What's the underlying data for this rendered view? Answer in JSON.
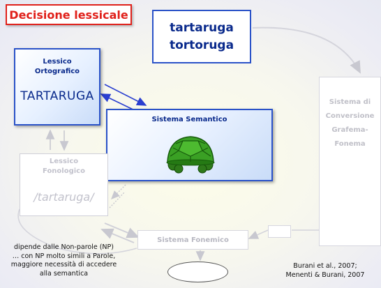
{
  "title": "Decisione lessicale",
  "stimulus": {
    "line1": "tartaruga",
    "line2": "tortoruga"
  },
  "lessico_ortografico": {
    "label_line1": "Lessico",
    "label_line2": "Ortografico",
    "word": "TARTARUGA"
  },
  "sistema_semantico": {
    "label": "Sistema Semantico",
    "image": "turtle-icon"
  },
  "lessico_fonologico": {
    "label_line1": "Lessico",
    "label_line2": "Fonologico",
    "word": "/tartaruga/"
  },
  "sistema_conversione": {
    "line1": "Sistema di",
    "line2": "Conversione",
    "line3": "Grafema-",
    "line4": "Fonema"
  },
  "sistema_fonemico": {
    "label": "Sistema Fonemico"
  },
  "note": {
    "line1": "dipende dalle Non-parole (NP)",
    "line2": "… con NP molto simili a Parole,",
    "line3": "maggiore necessità di accedere",
    "line4": "alla semantica"
  },
  "citation": {
    "line1": "Burani et al., 2007;",
    "line2": "Menenti & Burani, 2007"
  },
  "colors": {
    "title_red": "#e0201a",
    "active_blue": "#2a52c8",
    "text_navy": "#0a2a8c",
    "inactive_gray": "#c2c2cc",
    "turtle_green": "#2e8b1e"
  }
}
